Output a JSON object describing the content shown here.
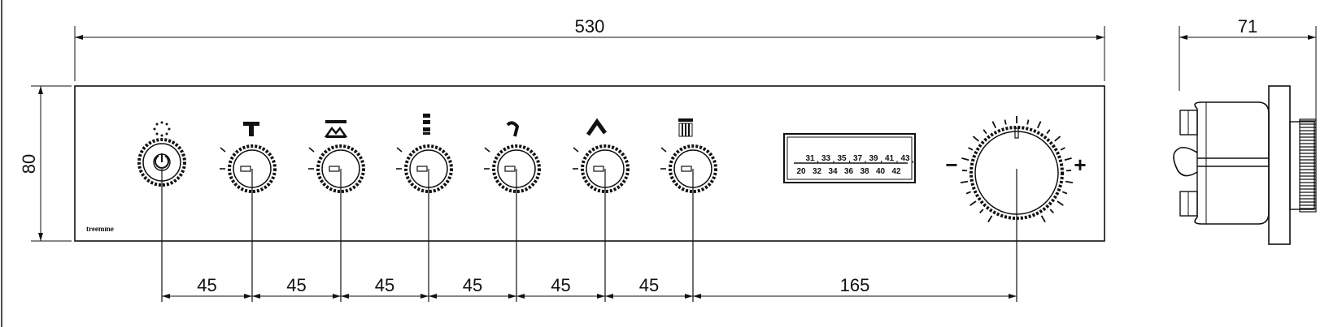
{
  "dimensions": {
    "overall_width": "530",
    "depth": "71",
    "height": "80",
    "spacings": [
      "45",
      "45",
      "45",
      "45",
      "45",
      "45",
      "165"
    ]
  },
  "brand": "treemme",
  "thermostat": {
    "minus": "−",
    "plus": "+",
    "scale_top": [
      "31",
      "33",
      "35",
      "37",
      "39",
      "41",
      "43"
    ],
    "scale_bottom": [
      "20",
      "32",
      "34",
      "36",
      "38",
      "40",
      "42"
    ]
  },
  "knob_icons": [
    "power-icon",
    "handshower-T-icon",
    "overhead-shower-icon",
    "side-jets-icon",
    "hand-shower-icon",
    "spout-icon",
    "rain-shower-icon"
  ]
}
